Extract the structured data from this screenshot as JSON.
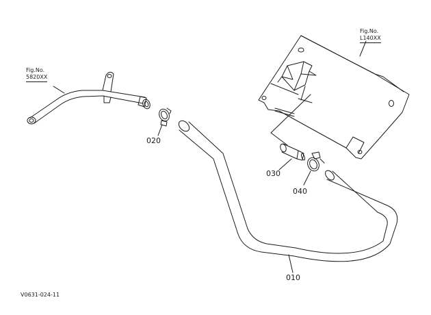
{
  "figure_refs": {
    "left": {
      "label": "Fig.No.",
      "number": "5820XX"
    },
    "right": {
      "label": "Fig.No.",
      "number": "L140XX"
    }
  },
  "parts": {
    "p010": "010",
    "p020": "020",
    "p030": "030",
    "p040": "040"
  },
  "diagram_code": "V0631-024-11",
  "colors": {
    "line": "#1a1a1a",
    "background": "#ffffff"
  }
}
